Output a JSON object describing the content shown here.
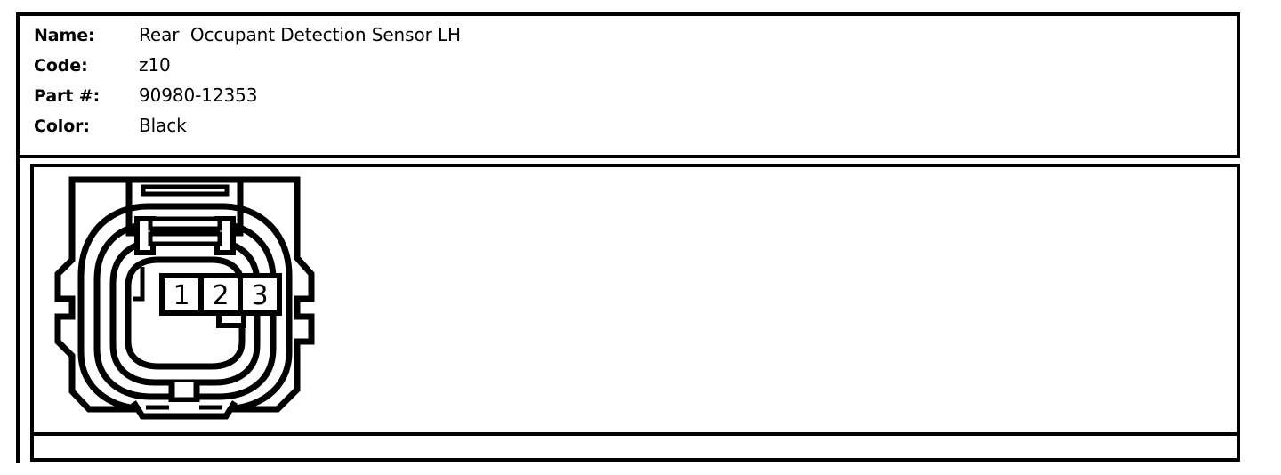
{
  "spec": {
    "rows": [
      {
        "label": "Name:",
        "value": "Rear  Occupant Detection Sensor LH"
      },
      {
        "label": "Code:",
        "value": "z10"
      },
      {
        "label": "Part #:",
        "value": "90980-12353"
      },
      {
        "label": "Color:",
        "value": "Black"
      }
    ]
  },
  "diagram": {
    "alt": "connector-face-view",
    "terminals": [
      {
        "number": "1"
      },
      {
        "number": "2"
      },
      {
        "number": "3"
      }
    ],
    "pin_count": 3
  },
  "caption": {
    "text": ""
  },
  "colors": {
    "ink": "#000000",
    "paper": "#ffffff"
  }
}
